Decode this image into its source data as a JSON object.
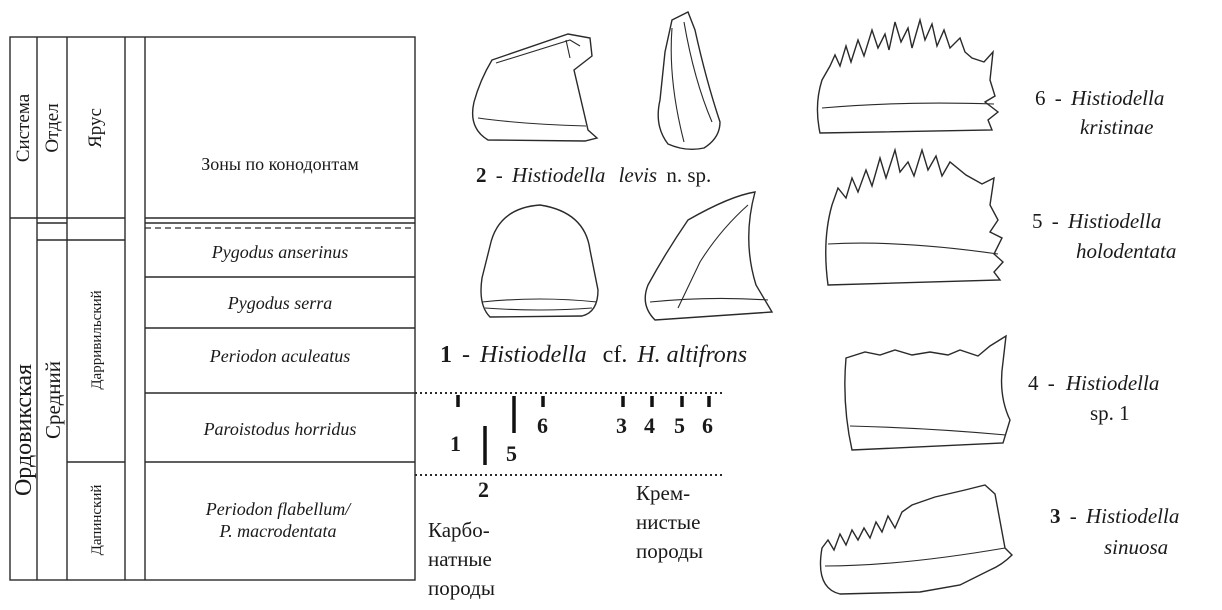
{
  "table": {
    "headers": {
      "system": "Система",
      "series": "Отдел",
      "stage": "Ярус",
      "zones": "Зоны по конодонтам"
    },
    "system_value": "Ордовикская",
    "series_value": "Средний",
    "stages": [
      "Дарривильский",
      "Дапинский"
    ],
    "zones": [
      "Pygodus anserinus",
      "Pygodus serra",
      "Periodon aculeatus",
      "Paroistodus horridus",
      "Periodon flabellum/",
      "P. macrodentata"
    ]
  },
  "occurrence": {
    "carbonate_numbers": [
      "1",
      "5",
      "6",
      "2"
    ],
    "siliceous_numbers": [
      "3",
      "4",
      "5",
      "6"
    ],
    "carbonate_label": [
      "Карбо-",
      "натные",
      "породы"
    ],
    "siliceous_label": [
      "Крем-",
      "нистые",
      "породы"
    ]
  },
  "captions": {
    "c2": {
      "num": "2",
      "sep": "-",
      "genus": "Histiodella",
      "species": "levis",
      "suffix": "n. sp."
    },
    "c1": {
      "num": "1",
      "sep": "-",
      "genus": "Histiodella",
      "cf": "cf.",
      "species": "H. altifrons"
    },
    "c6": {
      "num": "6",
      "sep": "-",
      "genus": "Histiodella",
      "species": "kristinae"
    },
    "c5": {
      "num": "5",
      "sep": "-",
      "genus": "Histiodella",
      "species": "holodentata"
    },
    "c4": {
      "num": "4",
      "sep": "-",
      "genus": "Histiodella",
      "species": "sp. 1"
    },
    "c3": {
      "num": "3",
      "sep": "-",
      "genus": "Histiodella",
      "species": "sinuosa"
    }
  }
}
